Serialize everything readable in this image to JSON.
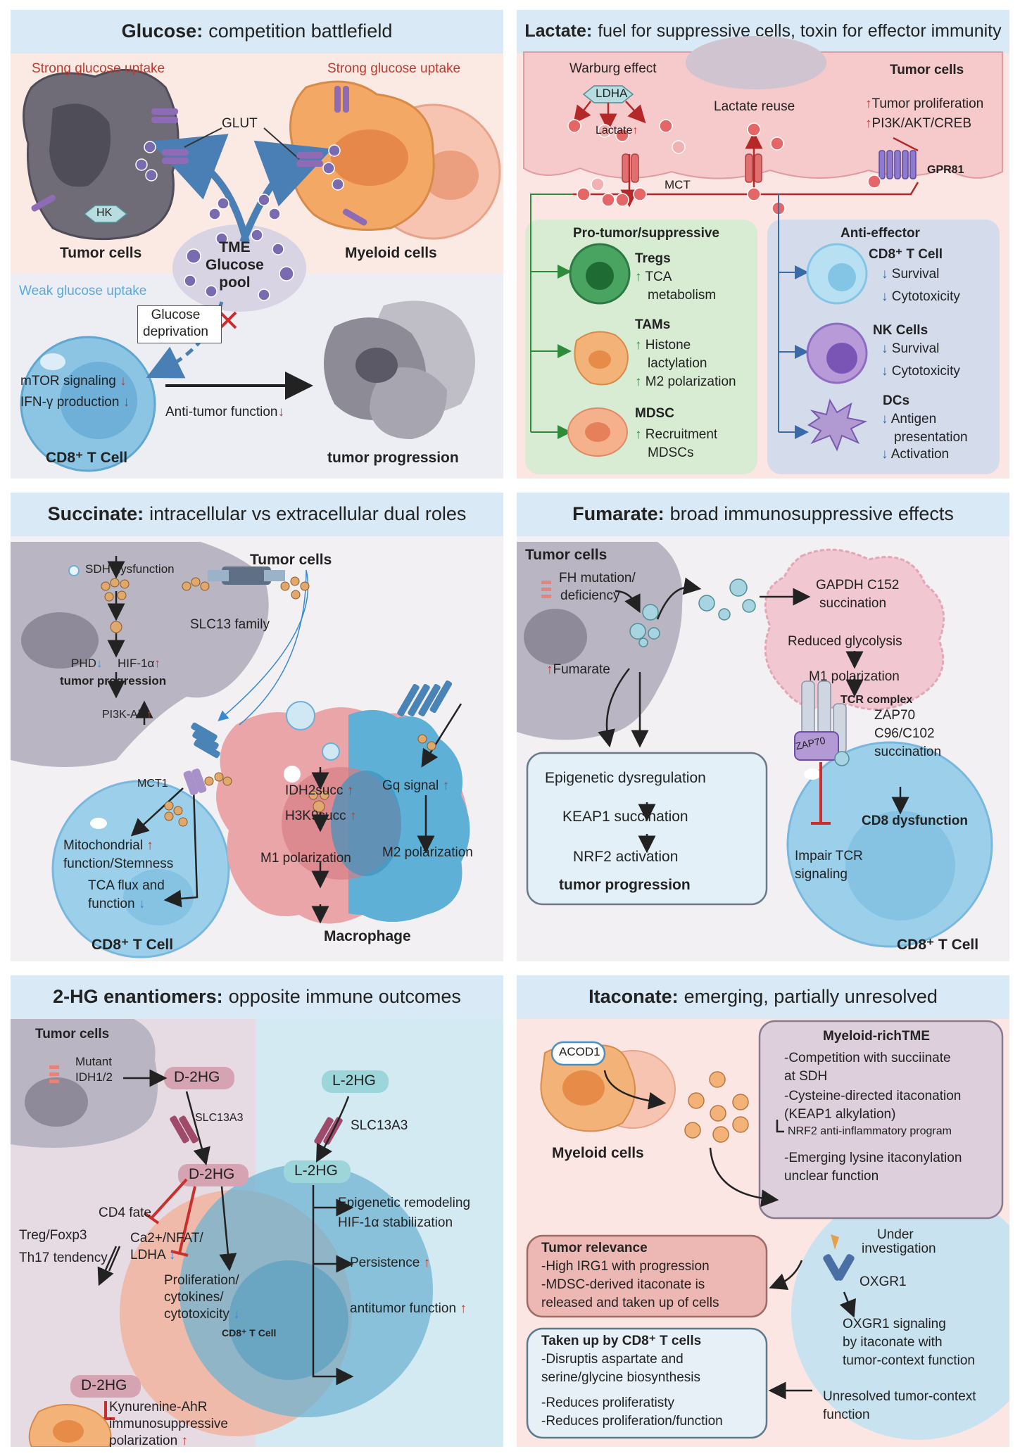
{
  "glucose": {
    "title_bold": "Glucose:",
    "title_rest": "competition battlefield",
    "strong_left": "Strong glucose uptake",
    "strong_right": "Strong glucose uptake",
    "glut": "GLUT",
    "hk": "HK",
    "tumor_cells": "Tumor cells",
    "myeloid_cells": "Myeloid cells",
    "pool": "TME\nGlucose\npool",
    "weak": "Weak glucose uptake",
    "deprivation": "Glucose\ndeprivation",
    "mtor": "mTOR signaling",
    "ifn": "IFN-γ production",
    "anti_tumor": "Anti-tumor function",
    "cd8": "CD8⁺ T Cell",
    "progression": "tumor progression"
  },
  "lactate": {
    "title_bold": "Lactate:",
    "title_rest": "fuel for suppressive cells, toxin for effector immunity",
    "warburg": "Warburg effect",
    "ldha": "LDHA",
    "lactate": "Lactate",
    "reuse": "Lactate reuse",
    "tumor_cells": "Tumor cells",
    "tumor_prolif": "Tumor proliferation",
    "pi3k": "PI3K/AKT/CREB",
    "gpr81": "GPR81",
    "mct": "MCT",
    "pro_title": "Pro-tumor/suppressive",
    "tregs": "Tregs",
    "tregs_1": "TCA",
    "tregs_2": "metabolism",
    "tams": "TAMs",
    "tams_1": "Histone",
    "tams_2": "lactylation",
    "tams_3": "M2 polarization",
    "mdsc": "MDSC",
    "mdsc_1": "Recruitment",
    "mdsc_2": "MDSCs",
    "anti_title": "Anti-effector",
    "cd8": "CD8⁺ T Cell",
    "cd8_1": "Survival",
    "cd8_2": "Cytotoxicity",
    "nk": "NK Cells",
    "nk_1": "Survival",
    "nk_2": "Cytotoxicity",
    "dcs": "DCs",
    "dcs_1": "Antigen",
    "dcs_2": "presentation",
    "dcs_3": "Activation"
  },
  "succinate": {
    "title_bold": "Succinate:",
    "title_rest": "intracellular vs extracellular dual roles",
    "sdh": "SDH dysfunction",
    "tumor_cells": "Tumor cells",
    "slc13": "SLC13 family",
    "phd": "PHD",
    "hif": "HIF-1α",
    "progression": "tumor progression",
    "pi3k": "PI3K-Akt",
    "mct1": "MCT1",
    "mito": "Mitochondrial",
    "mito2": "function/Stemness",
    "tca": "TCA flux and",
    "tca2": "function",
    "cd8": "CD8⁺ T Cell",
    "idh2": "IDH2succ",
    "h3k9": "H3K9succ",
    "m1": "M1 polarization",
    "gq": "Gq signal",
    "m2": "M2 polarization",
    "macrophage": "Macrophage"
  },
  "fumarate": {
    "title_bold": "Fumarate:",
    "title_rest": "broad immunosuppressive effects",
    "tumor_cells": "Tumor cells",
    "fh": "FH mutation/",
    "fh2": "deficiency",
    "fumarate": "Fumarate",
    "gapdh": "GAPDH C152",
    "gapdh2": "succination",
    "reduced": "Reduced glycolysis",
    "m1": "M1 polarization",
    "tcr": "TCR complex",
    "zap70": "ZAP70",
    "zap_a": "ZAP70",
    "zap_b": "C96/C102",
    "zap_c": "succination",
    "cd8dys": "CD8  dysfunction",
    "impair": "Impair TCR",
    "impair2": "signaling",
    "epi": "Epigenetic dysregulation",
    "keap": "KEAP1 succination",
    "nrf2": "NRF2 activation",
    "progression": "tumor progression",
    "cd8": "CD8⁺ T Cell"
  },
  "hg": {
    "title_bold": "2-HG enantiomers:",
    "title_rest": "opposite immune outcomes",
    "tumor_cells": "Tumor cells",
    "mutant": "Mutant",
    "idh": "IDH1/2",
    "d2hg": "D-2HG",
    "slc_a": "SLC13A3",
    "d2hg_in": "D-2HG",
    "cd4": "CD4 fate",
    "treg": "Treg/Foxp3",
    "th17": "Th17 tendency",
    "ca": "Ca2+/NFAT/",
    "ldha": "LDHA",
    "prolif": "Proliferation/",
    "prolif2": "cytokines/",
    "prolif3": "cytotoxicity",
    "cd8": "CD8⁺ T Cell",
    "d2hg_b": "D-2HG",
    "kyn": "Kynurenine-AhR",
    "kyn2": "immunosuppressive",
    "kyn3": "polarization",
    "l2hg": "L-2HG",
    "slc_b": "SLC13A3",
    "l2hg_in": "L-2HG",
    "epi": "Epigenetic remodeling",
    "hif": "HIF-1α stabilization",
    "persist": "Persistence",
    "anti": "antitumor function"
  },
  "itaconate": {
    "title_bold": "Itaconate:",
    "title_rest": "emerging, partially unresolved",
    "acod1": "ACOD1",
    "myeloid": "Myeloid cells",
    "box_title": "Myeloid-richTME",
    "b1": "-Competition with succiinate",
    "b1b": "at SDH",
    "b2": "-Cysteine-directed itaconation",
    "b2b": "(KEAP1 alkylation)",
    "b2c": "NRF2 anti-inflammatory program",
    "b3": "-Emerging lysine itaconylation",
    "b3b": "unclear function",
    "under": "Under",
    "under2": "investigation",
    "oxgr1": "OXGR1",
    "oxsig": "OXGR1 signaling",
    "oxsig2": "by itaconate with",
    "oxsig3": "tumor-context function",
    "unres": "Unresolved tumor-context",
    "unres2": "function",
    "rel_title": "Tumor relevance",
    "rel1": "-High IRG1 with progression",
    "rel2": "-MDSC-derived itaconate is",
    "rel3": "released and taken up of cells",
    "cd8_title": "Taken up by CD8⁺ T cells",
    "c1": "-Disruptis aspartate and",
    "c2": "serine/glycine biosynthesis",
    "c3": "-Reduces proliferatisty",
    "c4": "-Reduces proliferation/function"
  }
}
